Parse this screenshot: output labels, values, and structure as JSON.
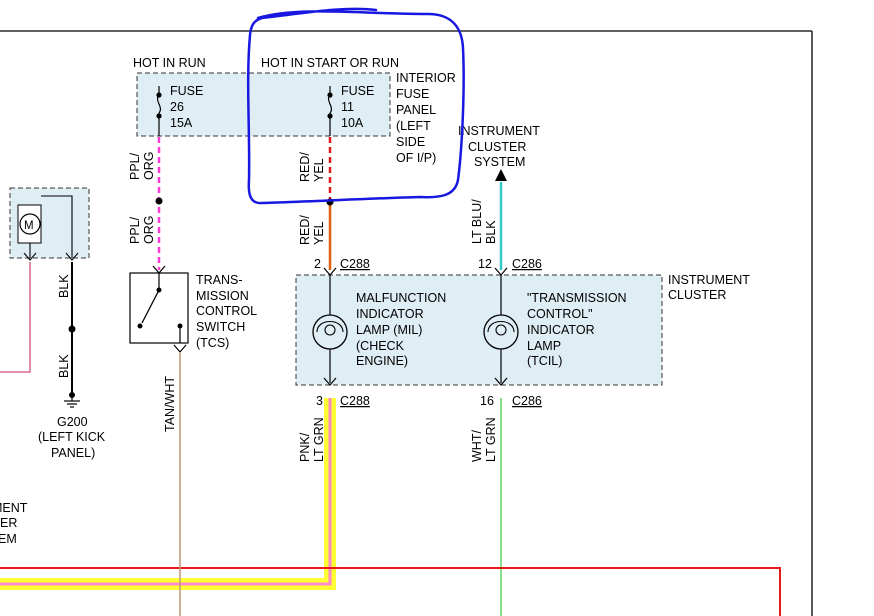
{
  "diagram": {
    "headers": {
      "hot_in_run": "HOT IN RUN",
      "hot_in_start_or_run": "HOT IN START OR RUN"
    },
    "fuse_panel": {
      "label": [
        "INTERIOR",
        "FUSE",
        "PANEL",
        "(LEFT",
        "SIDE",
        "OF I/P)"
      ],
      "fuse_26": [
        "FUSE",
        "26",
        "15A"
      ],
      "fuse_11": [
        "FUSE",
        "11",
        "10A"
      ]
    },
    "instrument_cluster_system": [
      "INSTRUMENT",
      "CLUSTER",
      "SYSTEM"
    ],
    "wires": {
      "ppl_org": [
        "PPL/",
        "ORG"
      ],
      "red_yel": [
        "RED/",
        "YEL"
      ],
      "lt_blu_blk": [
        "LT BLU/",
        "BLK"
      ],
      "blk": "BLK",
      "tan_wht": "TAN/WHT",
      "pnk_lt_grn": [
        "PNK/",
        "LT GRN"
      ],
      "wht_lt_grn": [
        "WHT/",
        "LT GRN"
      ]
    },
    "connectors": {
      "c288_top_pin": "2",
      "c288_top": "C288",
      "c286_top_pin": "12",
      "c286_top": "C286",
      "c288_bottom_pin": "3",
      "c288_bottom": "C288",
      "c286_bottom_pin": "16",
      "c286_bottom": "C286"
    },
    "instrument_cluster": [
      "INSTRUMENT",
      "CLUSTER"
    ],
    "mil": [
      "MALFUNCTION",
      "INDICATOR",
      "LAMP (MIL)",
      "(CHECK",
      "ENGINE)"
    ],
    "tcil": [
      "\"TRANSMISSION",
      "CONTROL\"",
      "INDICATOR",
      "LAMP",
      "(TCIL)"
    ],
    "tcs": [
      "TRANS-",
      "MISSION",
      "CONTROL",
      "SWITCH",
      "(TCS)"
    ],
    "ground": [
      "G200",
      "(LEFT KICK",
      "PANEL)"
    ],
    "motor_symbol": "M",
    "cut_left_texts": [
      "MENT",
      "ER",
      "EM"
    ],
    "colors": {
      "panel_fill": "#dfeef4",
      "ppl_org": "#ff3bd4",
      "red_yel": "#e01818",
      "red_yel_bottom": "#e06010",
      "lt_blu_blk": "#36c8c8",
      "tan_wht": "#b89a70",
      "pnk_lt_grn_highlight": "#ffff33",
      "pnk_lt_grn": "#ff88c8",
      "wht_lt_grn": "#88dd88",
      "annotation_red": "#e81818",
      "annotation_blue": "#1818e0",
      "left_wire_pink": "#e080a0"
    }
  }
}
